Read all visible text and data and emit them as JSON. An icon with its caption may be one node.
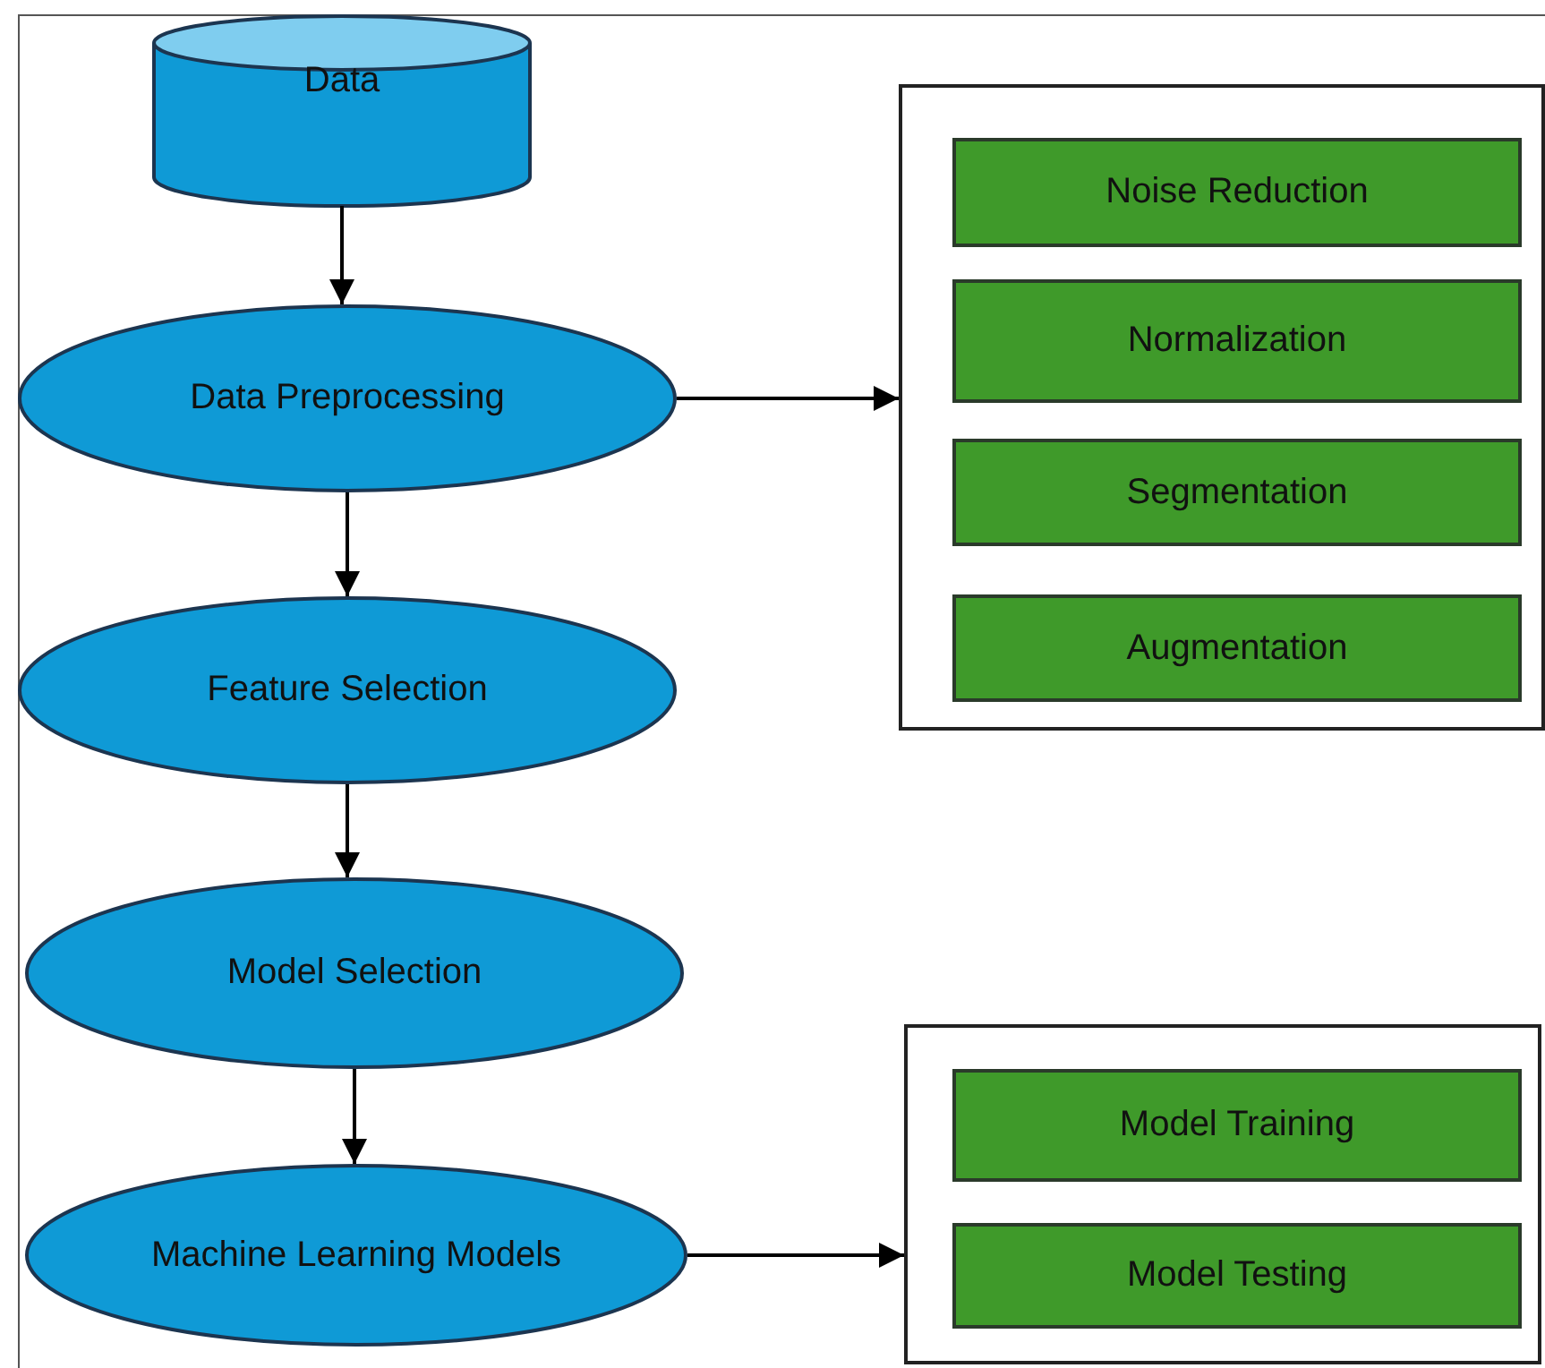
{
  "diagram": {
    "nodes": [
      {
        "text": [
          "Data"
        ]
      },
      {
        "text": [
          "Data Preprocessing"
        ]
      },
      {
        "text": [
          "Feature Selection"
        ]
      },
      {
        "text": [
          "Model Selection"
        ]
      },
      {
        "text": [
          "Machine Learning Models"
        ]
      },
      {
        "text": [],
        "shape": "box"
      },
      {
        "text": [
          "Noise Reduction"
        ],
        "in": 5
      },
      {
        "text": [
          "Normalization"
        ],
        "in": 5
      },
      {
        "text": [
          "Segmentation"
        ],
        "in": 5
      },
      {
        "text": [
          "Augmentation"
        ],
        "in": 5
      },
      {
        "text": [],
        "shape": "box"
      },
      {
        "text": [
          "Model Training"
        ],
        "in": 10
      },
      {
        "text": [
          "Model Testing"
        ],
        "in": 10
      }
    ],
    "edges": [
      {
        "from": 0,
        "to": 1,
        "arrow": "to"
      },
      {
        "from": 1,
        "to": 2,
        "arrow": "to"
      },
      {
        "from": 2,
        "to": 3,
        "arrow": "to"
      },
      {
        "from": 3,
        "to": 4,
        "arrow": "to"
      },
      {
        "from": 1,
        "to": 5,
        "arrow": "to"
      },
      {
        "from": 4,
        "to": 10,
        "arrow": "to"
      }
    ]
  }
}
